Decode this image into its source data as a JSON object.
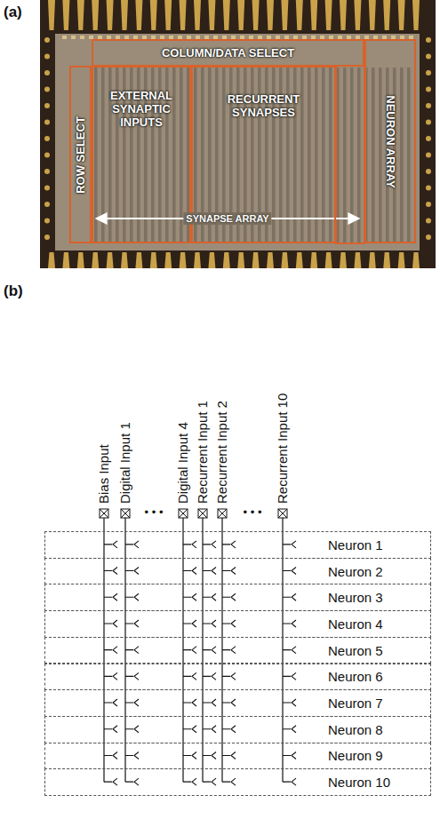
{
  "diagram": {
    "nodes": [
      {
        "text": [
          "COLUMN/DATA SELECT"
        ]
      },
      {
        "text": [
          "ROW SELECT"
        ]
      },
      {
        "text": [
          "EXTERNAL SYNAPTIC INPUTS"
        ]
      },
      {
        "text": [
          "RECURRENT SYNAPSES"
        ]
      },
      {
        "text": [
          "NEURON ARRAY"
        ]
      },
      {
        "text": [
          "Neuron 1"
        ]
      },
      {
        "text": [
          "Neuron 2"
        ]
      },
      {
        "text": [
          "Neuron 3"
        ]
      },
      {
        "text": [
          "Neuron 4"
        ]
      },
      {
        "text": [
          "Neuron 5"
        ]
      },
      {
        "text": [
          "Neuron 6"
        ]
      },
      {
        "text": [
          "Neuron 7"
        ]
      },
      {
        "text": [
          "Neuron 8"
        ]
      },
      {
        "text": [
          "Neuron 9"
        ]
      },
      {
        "text": [
          "Neuron 10"
        ]
      }
    ],
    "labels": [
      "(a)",
      "SYNAPSE ARRAY",
      "(b)",
      "Bias Input",
      "Digital Input 1",
      "• • •",
      "Digital Input 4",
      "Recurrent Input 1",
      "Recurrent Input 2",
      "• • •",
      "Recurrent Input 10"
    ]
  }
}
